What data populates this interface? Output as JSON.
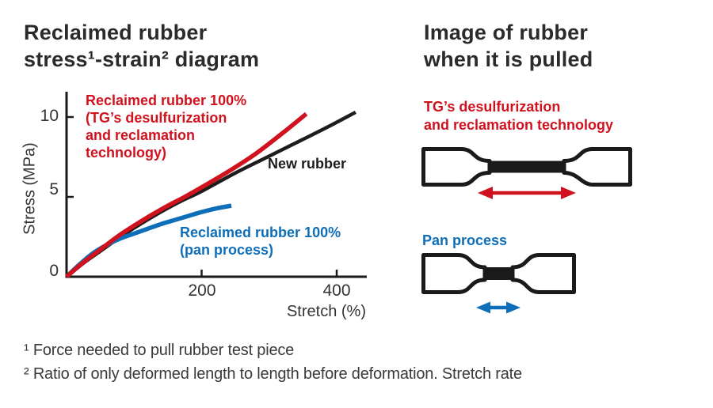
{
  "left": {
    "title": "Reclaimed rubber\nstress¹-strain² diagram"
  },
  "right": {
    "title": "Image of rubber\nwhen it is pulled",
    "tg_label": "TG’s desulfurization\nand reclamation technology",
    "pan_label": "Pan process"
  },
  "chart_labels": {
    "tg_series": "Reclaimed rubber 100%\n(TG’s desulfurization\nand reclamation\ntechnology)",
    "new_rubber_series": "New rubber",
    "pan_series": "Reclaimed rubber 100%\n(pan process)",
    "ylabel": "Stress (MPa)",
    "xlabel": "Stretch (%)",
    "y_tick_10": "10",
    "y_tick_5": "5",
    "y_tick_0": "0",
    "x_tick_200": "200",
    "x_tick_400": "400"
  },
  "footnotes": [
    "¹ Force needed to pull rubber test piece",
    "² Ratio of only deformed length to length before deformation. Stretch rate"
  ],
  "colors": {
    "red": "#d0121f",
    "blue": "#0e6eb8",
    "ink": "#1d1d1d"
  },
  "chart_data": {
    "type": "line",
    "title": "Reclaimed rubber stress-strain diagram",
    "xlabel": "Stretch (%)",
    "ylabel": "Stress (MPa)",
    "xlim": [
      0,
      443
    ],
    "ylim": [
      0,
      11.5
    ],
    "x_ticks": [
      0,
      200,
      400
    ],
    "y_ticks": [
      0,
      5,
      10
    ],
    "grid": false,
    "legend_position": "inline-annotations",
    "series": [
      {
        "id": "tg",
        "name": "Reclaimed rubber 100% (TG’s desulfurization and reclamation technology)",
        "color": "#d0121f",
        "x": [
          0,
          25,
          50,
          75,
          100,
          125,
          150,
          175,
          200,
          240,
          280,
          320,
          355
        ],
        "y": [
          0,
          0.9,
          1.7,
          2.5,
          3.2,
          3.85,
          4.45,
          5.0,
          5.6,
          6.6,
          7.7,
          9.0,
          10.2
        ]
      },
      {
        "id": "new-rubber",
        "name": "New rubber",
        "color": "#1d1d1d",
        "x": [
          0,
          25,
          50,
          75,
          100,
          125,
          150,
          175,
          200,
          250,
          300,
          350,
          390,
          428
        ],
        "y": [
          0,
          0.85,
          1.6,
          2.35,
          3.05,
          3.7,
          4.3,
          4.85,
          5.35,
          6.5,
          7.55,
          8.6,
          9.45,
          10.3
        ]
      },
      {
        "id": "pan",
        "name": "Reclaimed rubber 100% (pan process)",
        "color": "#0e6eb8",
        "x": [
          0,
          20,
          40,
          60,
          80,
          100,
          120,
          140,
          160,
          180,
          200,
          222,
          244
        ],
        "y": [
          0,
          0.8,
          1.5,
          2.0,
          2.4,
          2.7,
          3.0,
          3.3,
          3.55,
          3.8,
          4.05,
          4.28,
          4.45
        ]
      }
    ]
  }
}
